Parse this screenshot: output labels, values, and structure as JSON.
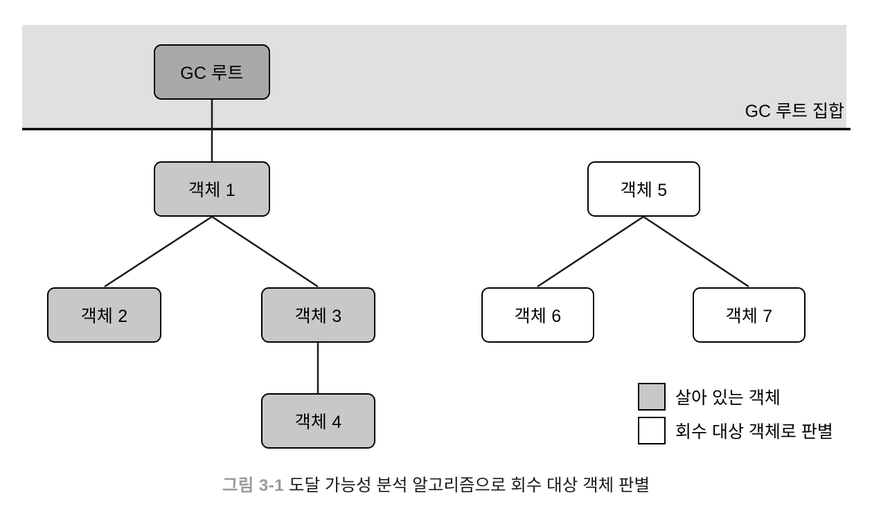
{
  "figure": {
    "band": {
      "label": "GC 루트 집합",
      "fill": "#e0e0e0",
      "border_color": "#000000"
    },
    "nodes": [
      {
        "id": "gc-root",
        "label": "GC 루트",
        "kind": "root",
        "fill": "#a9a9a9"
      },
      {
        "id": "object-1",
        "label": "객체 1",
        "kind": "live",
        "fill": "#c8c8c8"
      },
      {
        "id": "object-2",
        "label": "객체 2",
        "kind": "live",
        "fill": "#c8c8c8"
      },
      {
        "id": "object-3",
        "label": "객체 3",
        "kind": "live",
        "fill": "#c8c8c8"
      },
      {
        "id": "object-4",
        "label": "객체 4",
        "kind": "live",
        "fill": "#c8c8c8"
      },
      {
        "id": "object-5",
        "label": "객체 5",
        "kind": "collected",
        "fill": "#ffffff"
      },
      {
        "id": "object-6",
        "label": "객체 6",
        "kind": "collected",
        "fill": "#ffffff"
      },
      {
        "id": "object-7",
        "label": "객체 7",
        "kind": "collected",
        "fill": "#ffffff"
      }
    ],
    "edges": [
      {
        "from": "gc-root",
        "to": "object-1"
      },
      {
        "from": "object-1",
        "to": "object-2"
      },
      {
        "from": "object-1",
        "to": "object-3"
      },
      {
        "from": "object-3",
        "to": "object-4"
      },
      {
        "from": "object-5",
        "to": "object-6"
      },
      {
        "from": "object-5",
        "to": "object-7"
      }
    ],
    "legend": [
      {
        "swatch": "live",
        "label": "살아 있는 객체"
      },
      {
        "swatch": "collected",
        "label": "회수 대상 객체로 판별"
      }
    ],
    "caption": {
      "number": "그림 3-1",
      "text": "도달 가능성 분석 알고리즘으로 회수 대상 객체 판별",
      "number_color": "#9a9a9a",
      "text_color": "#1a1a1a"
    }
  }
}
